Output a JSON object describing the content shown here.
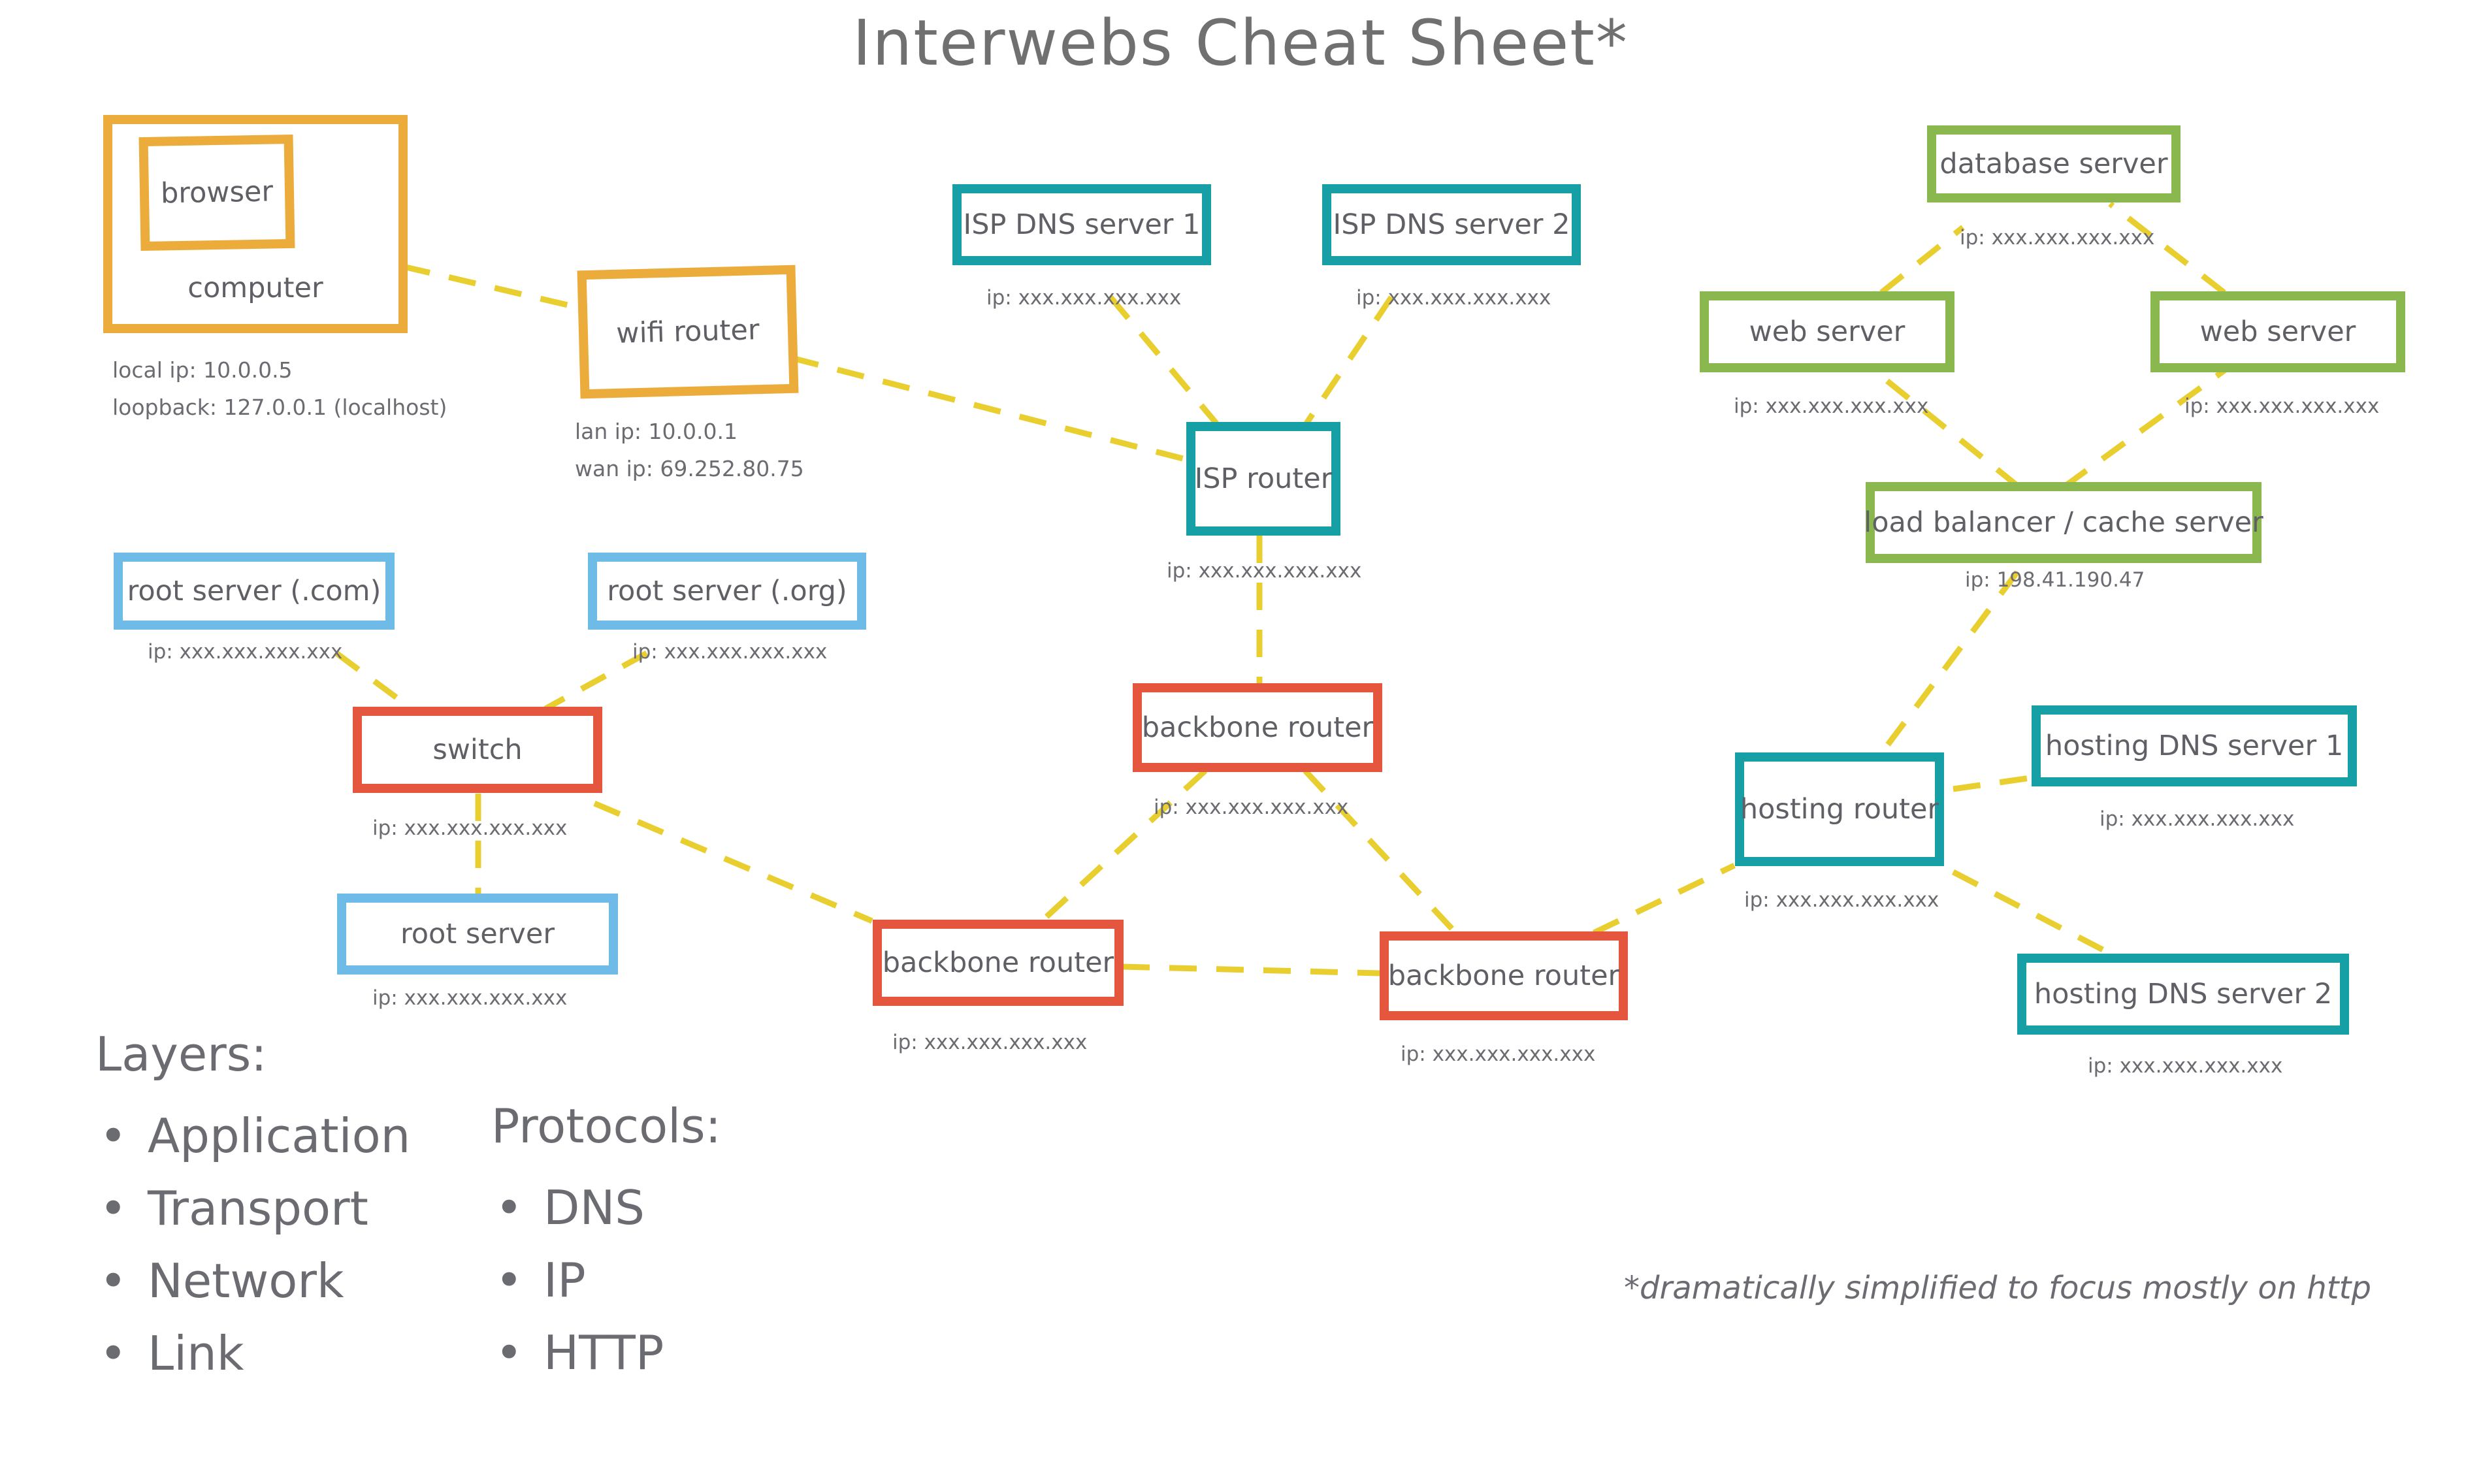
{
  "title": "Interwebs Cheat Sheet*",
  "colors": {
    "link": "#e8cf2f",
    "client": "#ebac3c",
    "dns": "#16a0a6",
    "hosting": "#8ab84f",
    "root": "#6dbbe6",
    "backbone": "#e4573e"
  },
  "nodes": {
    "computer": {
      "label": "computer"
    },
    "browser": {
      "label": "browser"
    },
    "wifi_router": {
      "label": "wifi router"
    },
    "isp_dns_1": {
      "label": "ISP DNS server 1",
      "ip": "ip: xxx.xxx.xxx.xxx"
    },
    "isp_dns_2": {
      "label": "ISP DNS server 2",
      "ip": "ip: xxx.xxx.xxx.xxx"
    },
    "isp_router": {
      "label": "ISP router",
      "ip": "ip: xxx.xxx.xxx.xxx"
    },
    "database_server": {
      "label": "database server",
      "ip": "ip: xxx.xxx.xxx.xxx"
    },
    "web_server_1": {
      "label": "web server",
      "ip": "ip: xxx.xxx.xxx.xxx"
    },
    "web_server_2": {
      "label": "web server",
      "ip": "ip: xxx.xxx.xxx.xxx"
    },
    "load_balancer": {
      "label": "load balancer / cache server",
      "ip": "ip: 198.41.190.47"
    },
    "root_com": {
      "label": "root server (.com)",
      "ip": "ip: xxx.xxx.xxx.xxx"
    },
    "root_org": {
      "label": "root server (.org)",
      "ip": "ip: xxx.xxx.xxx.xxx"
    },
    "switch": {
      "label": "switch",
      "ip": "ip: xxx.xxx.xxx.xxx"
    },
    "root_server": {
      "label": "root server",
      "ip": "ip: xxx.xxx.xxx.xxx"
    },
    "backbone_top": {
      "label": "backbone router",
      "ip": "ip: xxx.xxx.xxx.xxx"
    },
    "backbone_left": {
      "label": "backbone router",
      "ip": "ip: xxx.xxx.xxx.xxx"
    },
    "backbone_right": {
      "label": "backbone router",
      "ip": "ip: xxx.xxx.xxx.xxx"
    },
    "hosting_router": {
      "label": "hosting router",
      "ip": "ip: xxx.xxx.xxx.xxx"
    },
    "hosting_dns_1": {
      "label": "hosting DNS server 1",
      "ip": "ip: xxx.xxx.xxx.xxx"
    },
    "hosting_dns_2": {
      "label": "hosting DNS server 2",
      "ip": "ip: xxx.xxx.xxx.xxx"
    }
  },
  "computer_notes": [
    "local ip: 10.0.0.5",
    "loopback: 127.0.0.1 (localhost)"
  ],
  "wifi_notes": [
    "lan ip: 10.0.0.1",
    "wan ip: 69.252.80.75"
  ],
  "layers": {
    "heading": "Layers:",
    "bullet": "•",
    "items": [
      "Application",
      "Transport",
      "Network",
      "Link"
    ]
  },
  "protocols": {
    "heading": "Protocols:",
    "bullet": "•",
    "items": [
      "DNS",
      "IP",
      "HTTP"
    ]
  },
  "footnote": "*dramatically simplified to focus mostly on http"
}
